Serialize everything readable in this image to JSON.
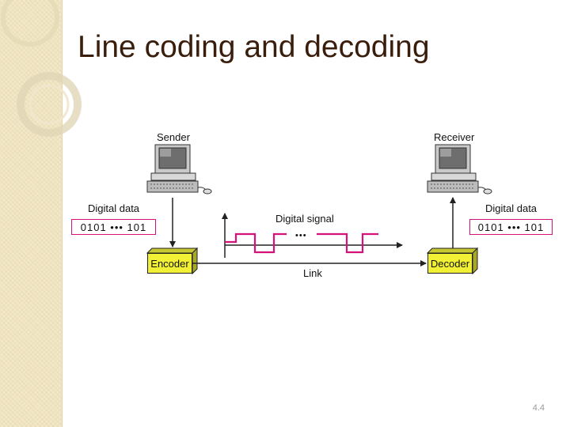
{
  "slide": {
    "title": "Line coding and decoding",
    "page_number": "4.4"
  },
  "diagram": {
    "sender_label": "Sender",
    "receiver_label": "Receiver",
    "left_data_label": "Digital data",
    "right_data_label": "Digital data",
    "left_bits": "0101 ••• 101",
    "right_bits": "0101 ••• 101",
    "signal_label": "Digital signal",
    "signal_ellipsis": "•••",
    "encoder_label": "Encoder",
    "decoder_label": "Decoder",
    "link_label": "Link"
  },
  "colors": {
    "title": "#3a1e0c",
    "signal": "#d6117a",
    "box_fill": "#f1f034",
    "side_band": "#f2e8c8"
  }
}
